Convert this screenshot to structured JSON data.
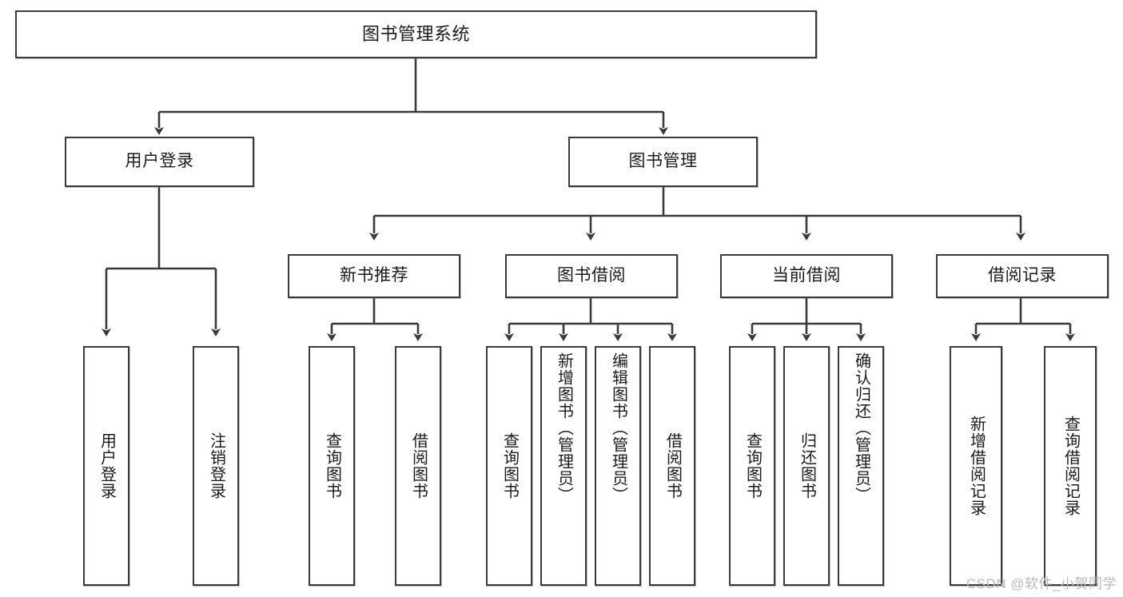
{
  "diagram": {
    "title": "图书管理系统",
    "type": "tree",
    "watermark": "CSDN @软件_小贺同学",
    "colors": {
      "node_border": "#3a3a3a",
      "node_fill": "#ffffff",
      "connector": "#3a3a3a",
      "text": "#1b1b1b",
      "watermark": "#b9b9b9"
    },
    "root": {
      "label": "图书管理系统"
    },
    "level2": [
      {
        "label": "用户登录"
      },
      {
        "label": "图书管理"
      }
    ],
    "level3": [
      {
        "label": "新书推荐"
      },
      {
        "label": "图书借阅"
      },
      {
        "label": "当前借阅"
      },
      {
        "label": "借阅记录"
      }
    ],
    "leaves": {
      "user_login": [
        {
          "label": "用户登录"
        },
        {
          "label": "注销登录"
        }
      ],
      "new_book": [
        {
          "label": "查询图书"
        },
        {
          "label": "借阅图书"
        }
      ],
      "book_borrow": [
        {
          "label": "查询图书"
        },
        {
          "label": "新增图书（管理员）"
        },
        {
          "label": "编辑图书（管理员）"
        },
        {
          "label": "借阅图书"
        }
      ],
      "current_borrow": [
        {
          "label": "查询图书"
        },
        {
          "label": "归还图书"
        },
        {
          "label": "确认归还（管理员）"
        }
      ],
      "borrow_record": [
        {
          "label": "新增借阅记录"
        },
        {
          "label": "查询借阅记录"
        }
      ]
    }
  }
}
